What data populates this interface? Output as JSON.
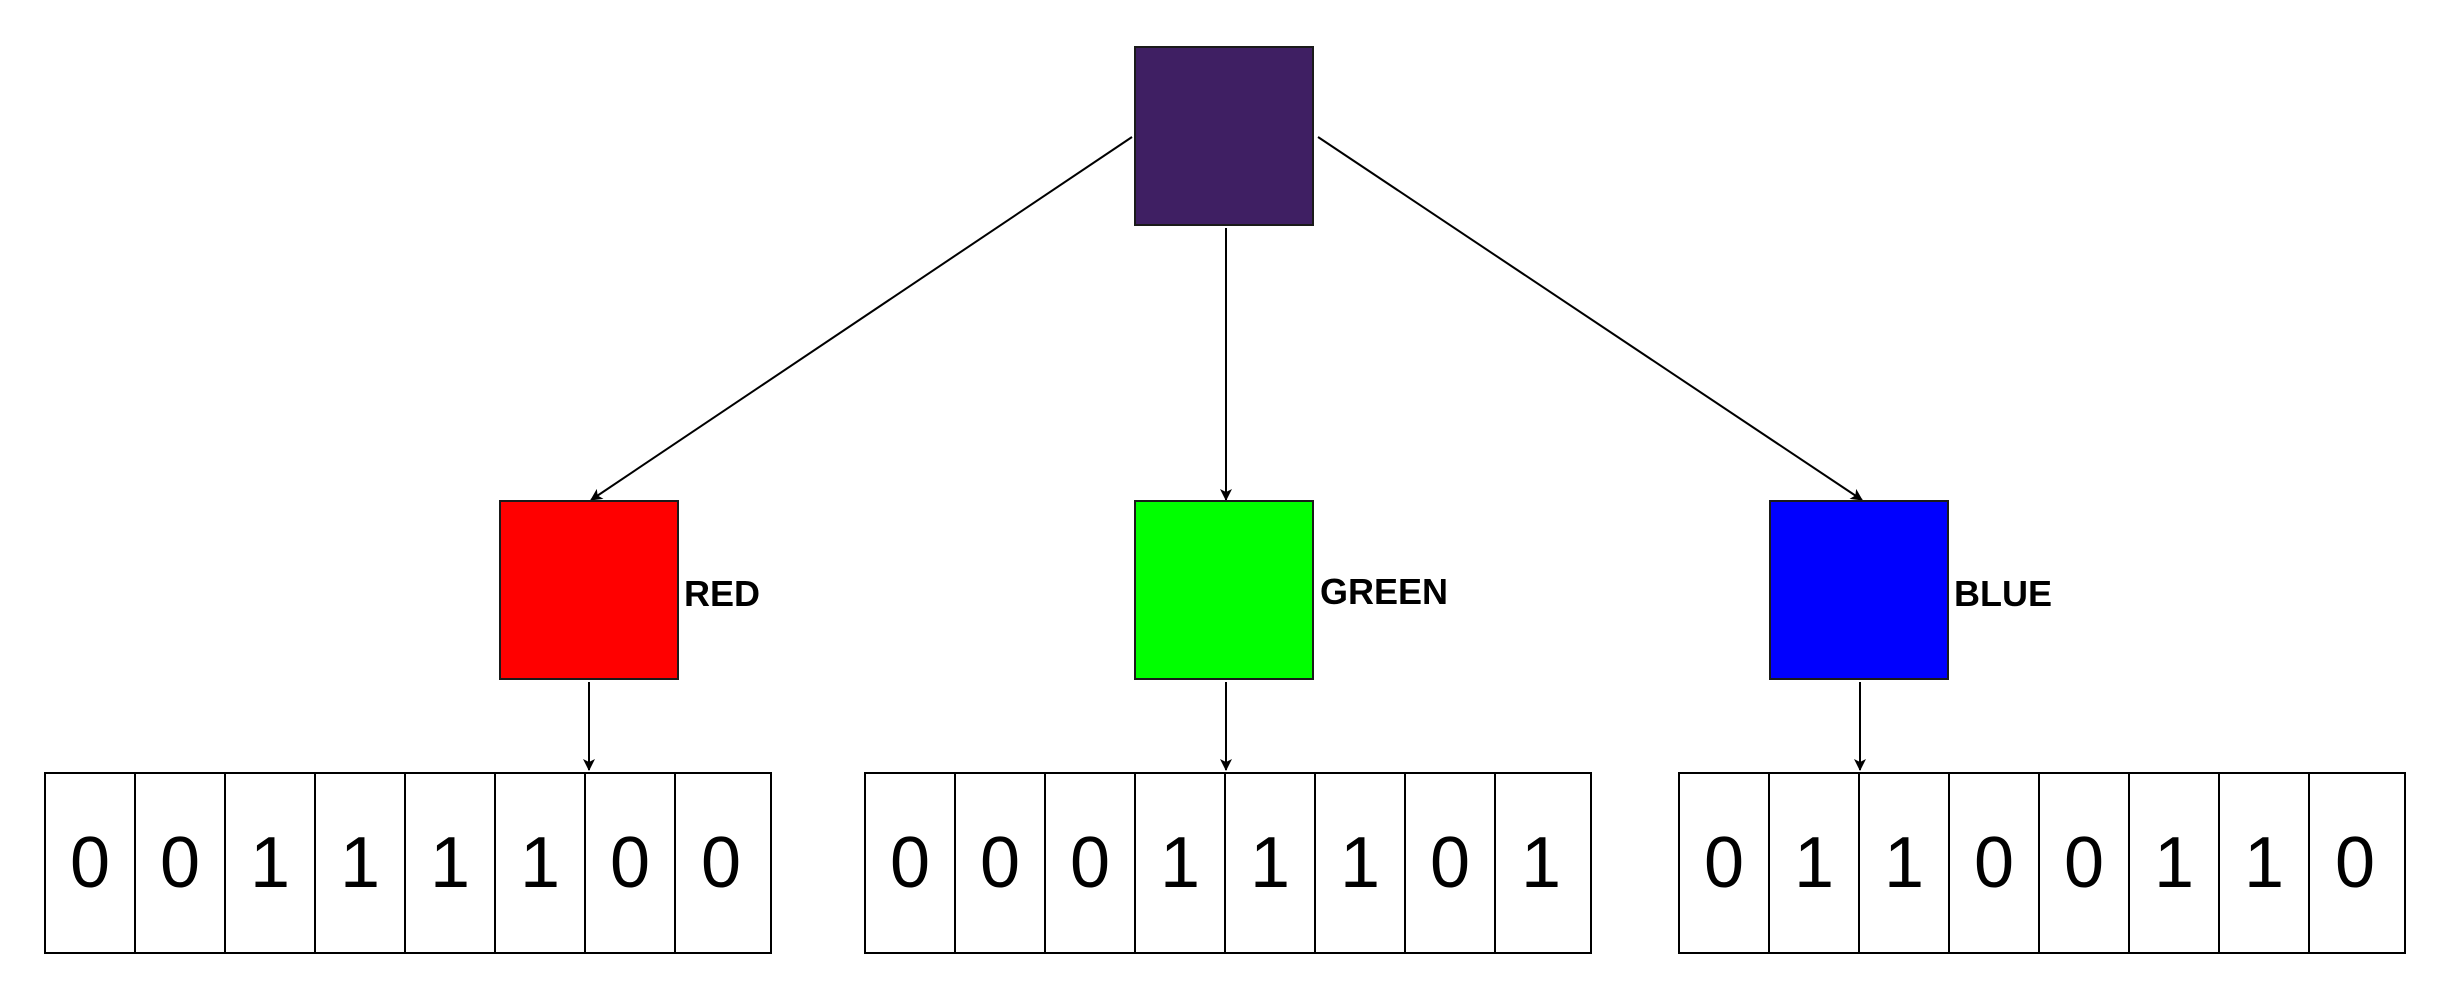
{
  "colors": {
    "mixed": "#3f1f63",
    "red": "#ff0000",
    "green": "#00ff00",
    "blue": "#0000ff"
  },
  "channels": {
    "red": {
      "label": "RED",
      "bits": [
        "0",
        "0",
        "1",
        "1",
        "1",
        "1",
        "0",
        "0"
      ]
    },
    "green": {
      "label": "GREEN",
      "bits": [
        "0",
        "0",
        "0",
        "1",
        "1",
        "1",
        "0",
        "1"
      ]
    },
    "blue": {
      "label": "BLUE",
      "bits": [
        "0",
        "1",
        "1",
        "0",
        "0",
        "1",
        "1",
        "0"
      ]
    }
  }
}
